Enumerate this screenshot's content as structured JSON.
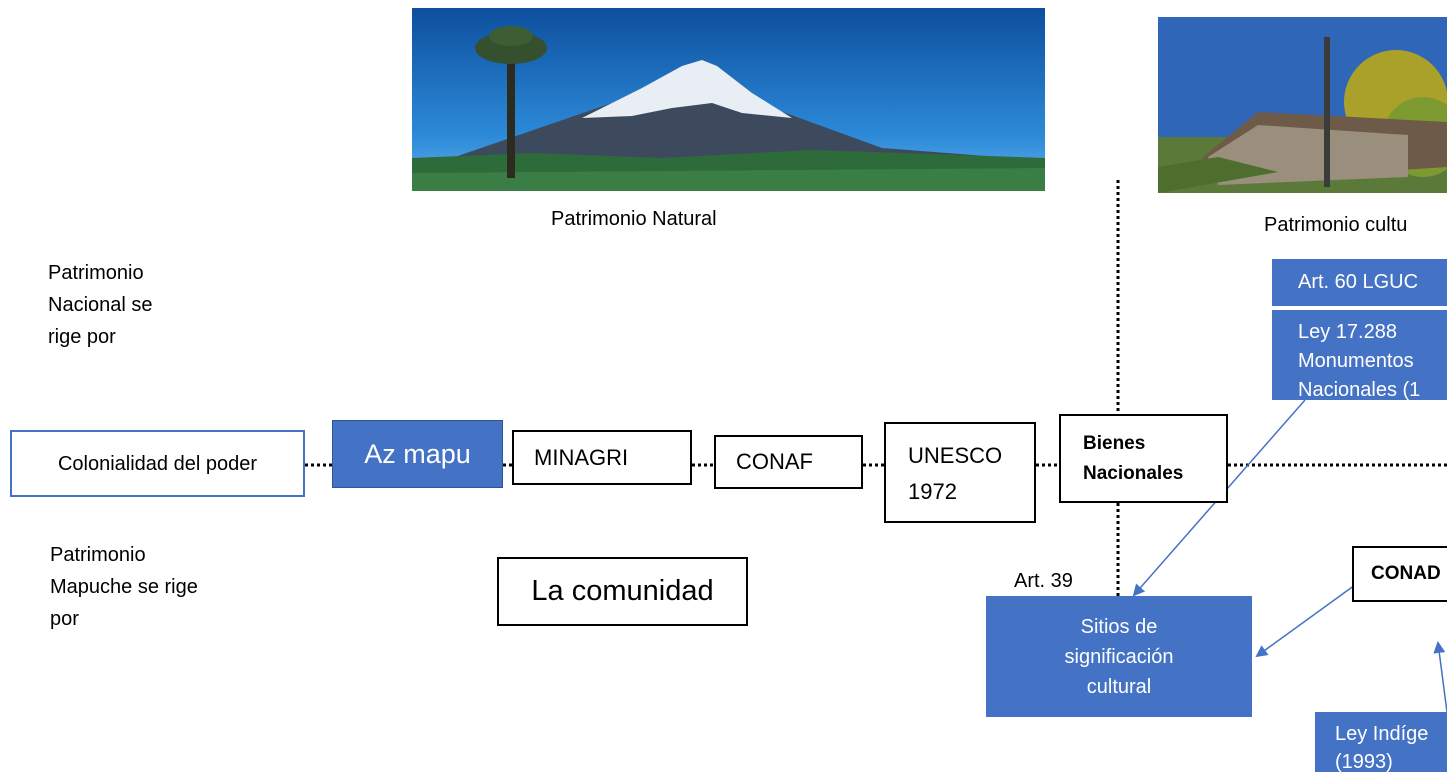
{
  "captions": {
    "natural": "Patrimonio Natural",
    "cultural": "Patrimonio cultu"
  },
  "left_labels": {
    "nacional": [
      "Patrimonio",
      "Nacional se",
      "rige por"
    ],
    "mapuche": [
      "Patrimonio",
      "Mapuche se rige",
      "por"
    ]
  },
  "chain": {
    "colonialidad": "Colonialidad del poder",
    "az_mapu": "Az mapu",
    "minagri": "MINAGRI",
    "conaf": "CONAF",
    "unesco": [
      "UNESCO",
      "1972"
    ],
    "bienes": [
      "Bienes",
      "Nacionales"
    ]
  },
  "comunidad": "La comunidad",
  "art39": "Art. 39",
  "sitios": [
    "Sitios de",
    "significación",
    "cultural"
  ],
  "art60": "Art. 60 LGUC",
  "ley17288": [
    "Ley 17.288",
    "Monumentos",
    "Nacionales (1"
  ],
  "conadi": "CONAD",
  "ley_indigena": [
    "Ley Indíge",
    "(1993)"
  ],
  "colors": {
    "accent": "#4472c4",
    "line_dark": "#000000"
  }
}
